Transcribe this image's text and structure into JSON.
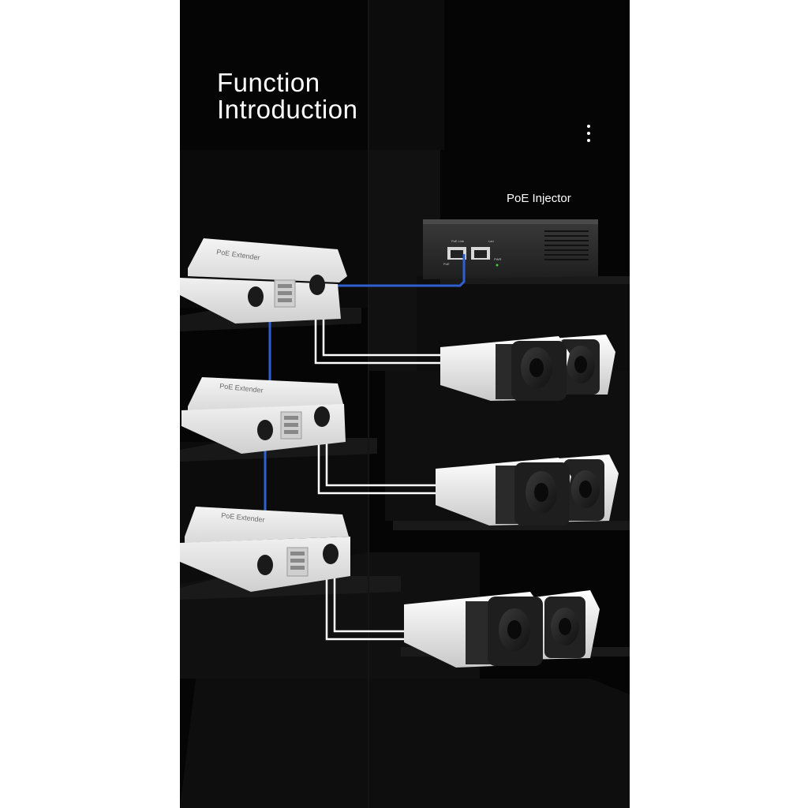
{
  "title": {
    "line1": "Function",
    "line2": "Introduction"
  },
  "menu": {
    "icon": "more-vertical-icon"
  },
  "injector": {
    "label": "PoE Injector",
    "port_poe": "PoE Link",
    "port_lan": "Lan",
    "led_poe": "PoE",
    "led_pwr": "PWR"
  },
  "extenders": [
    {
      "label": "PoE Extender"
    },
    {
      "label": "PoE Extender"
    },
    {
      "label": "PoE Extender"
    }
  ],
  "cable_colors": {
    "uplink": "#2f5fd0",
    "camera": "#ffffff"
  },
  "camera_count": 6
}
